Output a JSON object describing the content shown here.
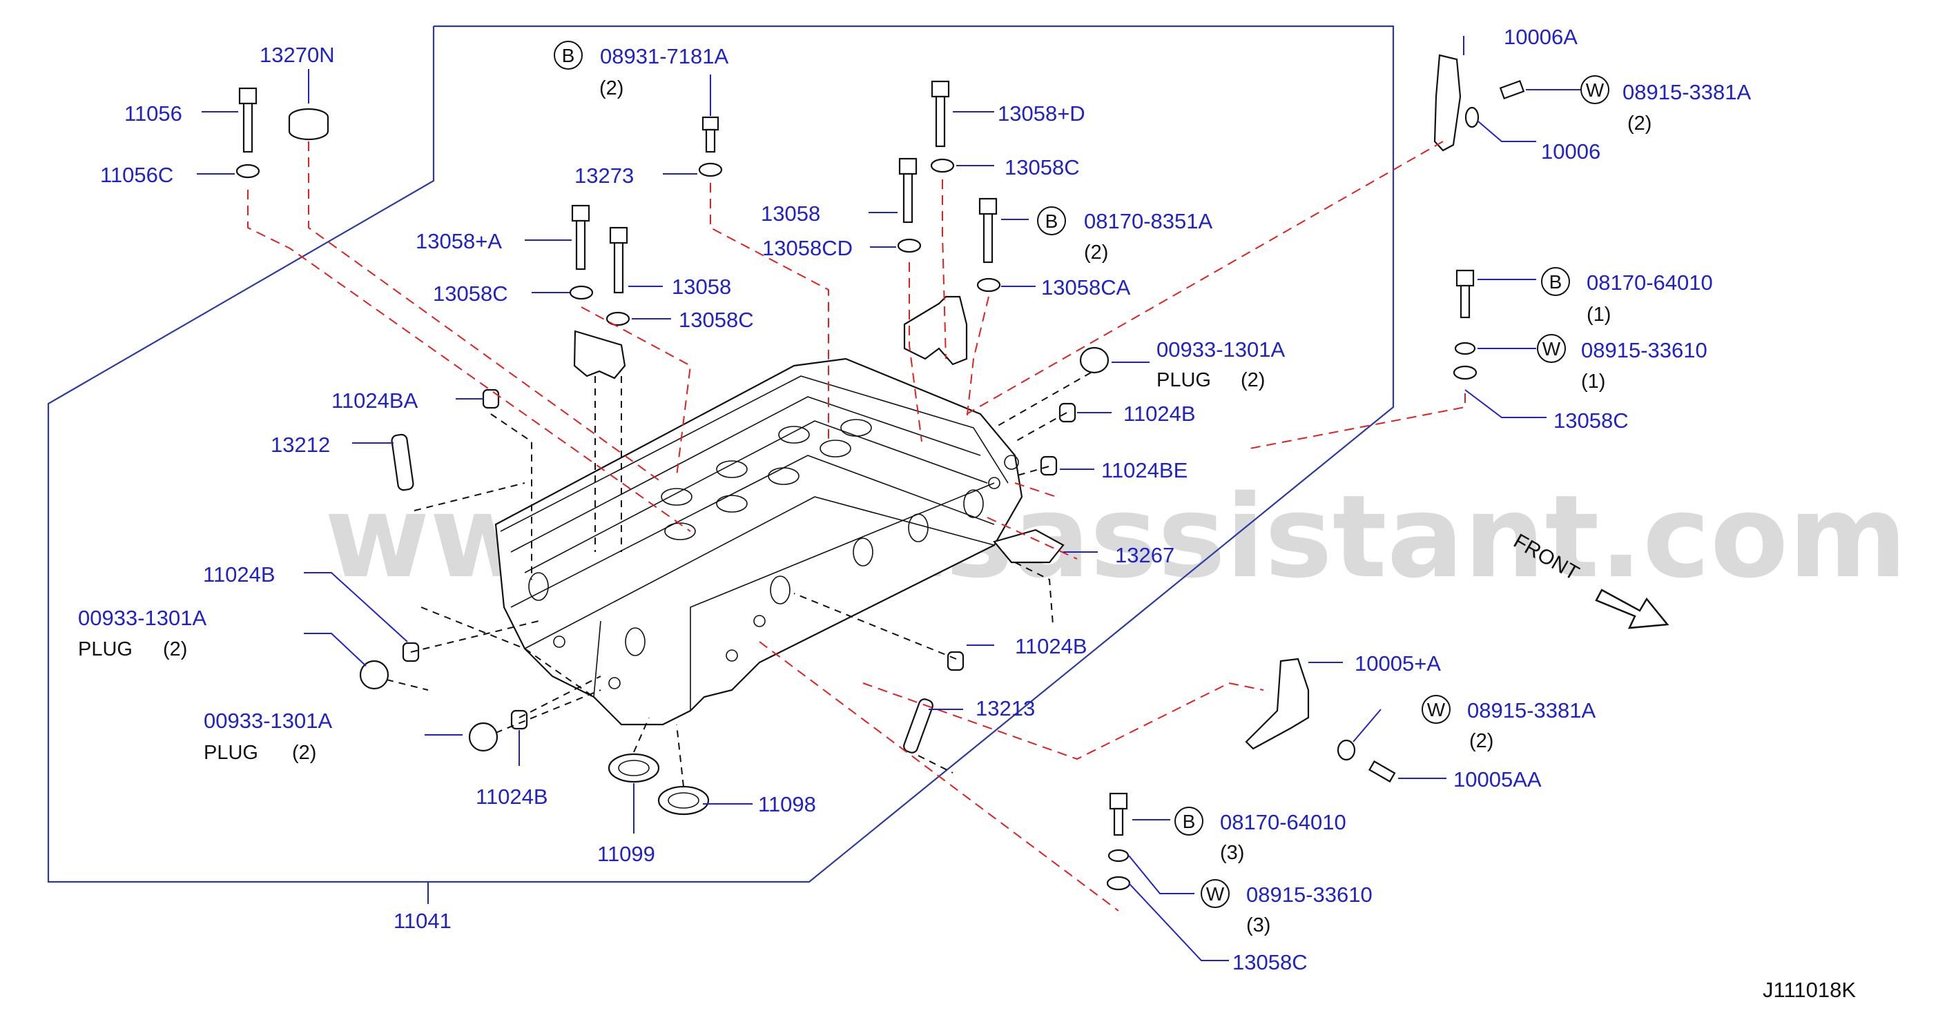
{
  "watermark": "www.partsassistant.com",
  "diagram_code": "J111018K",
  "front_label": "FRONT",
  "callouts": [
    {
      "id": "13270N",
      "label": "13270N"
    },
    {
      "id": "11056",
      "label": "11056"
    },
    {
      "id": "11056C",
      "label": "11056C"
    },
    {
      "id": "08931-7181A",
      "badge": "B",
      "label": "08931-7181A",
      "qty": "(2)"
    },
    {
      "id": "13273",
      "label": "13273"
    },
    {
      "id": "13058+D",
      "label": "13058+D"
    },
    {
      "id": "13058C_a",
      "label": "13058C"
    },
    {
      "id": "13058_a",
      "label": "13058"
    },
    {
      "id": "13058CD",
      "label": "13058CD"
    },
    {
      "id": "08170-8351A",
      "badge": "B",
      "label": "08170-8351A",
      "qty": "(2)"
    },
    {
      "id": "13058+A",
      "label": "13058+A"
    },
    {
      "id": "13058_b",
      "label": "13058"
    },
    {
      "id": "13058C_b",
      "label": "13058C"
    },
    {
      "id": "13058C_c",
      "label": "13058C"
    },
    {
      "id": "13058CA",
      "label": "13058CA"
    },
    {
      "id": "00933-1301A_a",
      "label": "00933-1301A",
      "plug": "PLUG",
      "qty": "(2)"
    },
    {
      "id": "11024B_a",
      "label": "11024B"
    },
    {
      "id": "11024BA",
      "label": "11024BA"
    },
    {
      "id": "13212",
      "label": "13212"
    },
    {
      "id": "11024BE",
      "label": "11024BE"
    },
    {
      "id": "13267",
      "label": "13267"
    },
    {
      "id": "11024B_b",
      "label": "11024B"
    },
    {
      "id": "00933-1301A_b",
      "label": "00933-1301A",
      "plug": "PLUG",
      "qty": "(2)"
    },
    {
      "id": "11024B_c",
      "label": "11024B"
    },
    {
      "id": "00933-1301A_c",
      "label": "00933-1301A",
      "plug": "PLUG",
      "qty": "(2)"
    },
    {
      "id": "13213",
      "label": "13213"
    },
    {
      "id": "11024B_d",
      "label": "11024B"
    },
    {
      "id": "11098",
      "label": "11098"
    },
    {
      "id": "11099",
      "label": "11099"
    },
    {
      "id": "11041",
      "label": "11041"
    },
    {
      "id": "10006A",
      "label": "10006A"
    },
    {
      "id": "08915-3381A_a",
      "badge": "W",
      "label": "08915-3381A",
      "qty": "(2)"
    },
    {
      "id": "10006",
      "label": "10006"
    },
    {
      "id": "08170-64010_a",
      "badge": "B",
      "label": "08170-64010",
      "qty": "(1)"
    },
    {
      "id": "08915-33610_a",
      "badge": "W",
      "label": "08915-33610",
      "qty": "(1)"
    },
    {
      "id": "13058C_d",
      "label": "13058C"
    },
    {
      "id": "10005+A",
      "label": "10005+A"
    },
    {
      "id": "08915-3381A_b",
      "badge": "W",
      "label": "08915-3381A",
      "qty": "(2)"
    },
    {
      "id": "10005AA",
      "label": "10005AA"
    },
    {
      "id": "08170-64010_b",
      "badge": "B",
      "label": "08170-64010",
      "qty": "(3)"
    },
    {
      "id": "08915-33610_b",
      "badge": "W",
      "label": "08915-33610",
      "qty": "(3)"
    },
    {
      "id": "13058C_e",
      "label": "13058C"
    }
  ]
}
